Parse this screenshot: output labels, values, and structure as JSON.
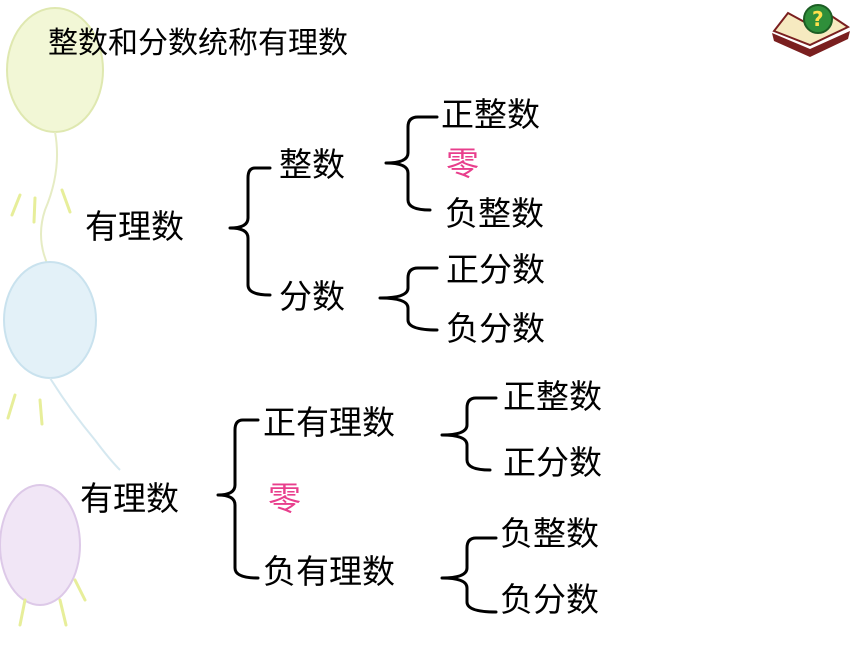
{
  "title": "整数和分数统称有理数",
  "diagram1": {
    "root": "有理数",
    "integer": "整数",
    "positive_integer": "正整数",
    "zero": "零",
    "negative_integer": "负整数",
    "fraction": "分数",
    "positive_fraction": "正分数",
    "negative_fraction": "负分数"
  },
  "diagram2": {
    "root": "有理数",
    "positive_rational": "正有理数",
    "positive_integer": "正整数",
    "positive_fraction": "正分数",
    "zero": "零",
    "negative_rational": "负有理数",
    "negative_integer": "负整数",
    "negative_fraction": "负分数"
  },
  "icons": [
    "balloon-icon",
    "question-book-icon"
  ],
  "colors": {
    "zero_text": "#e83e8c",
    "text": "#000000"
  }
}
